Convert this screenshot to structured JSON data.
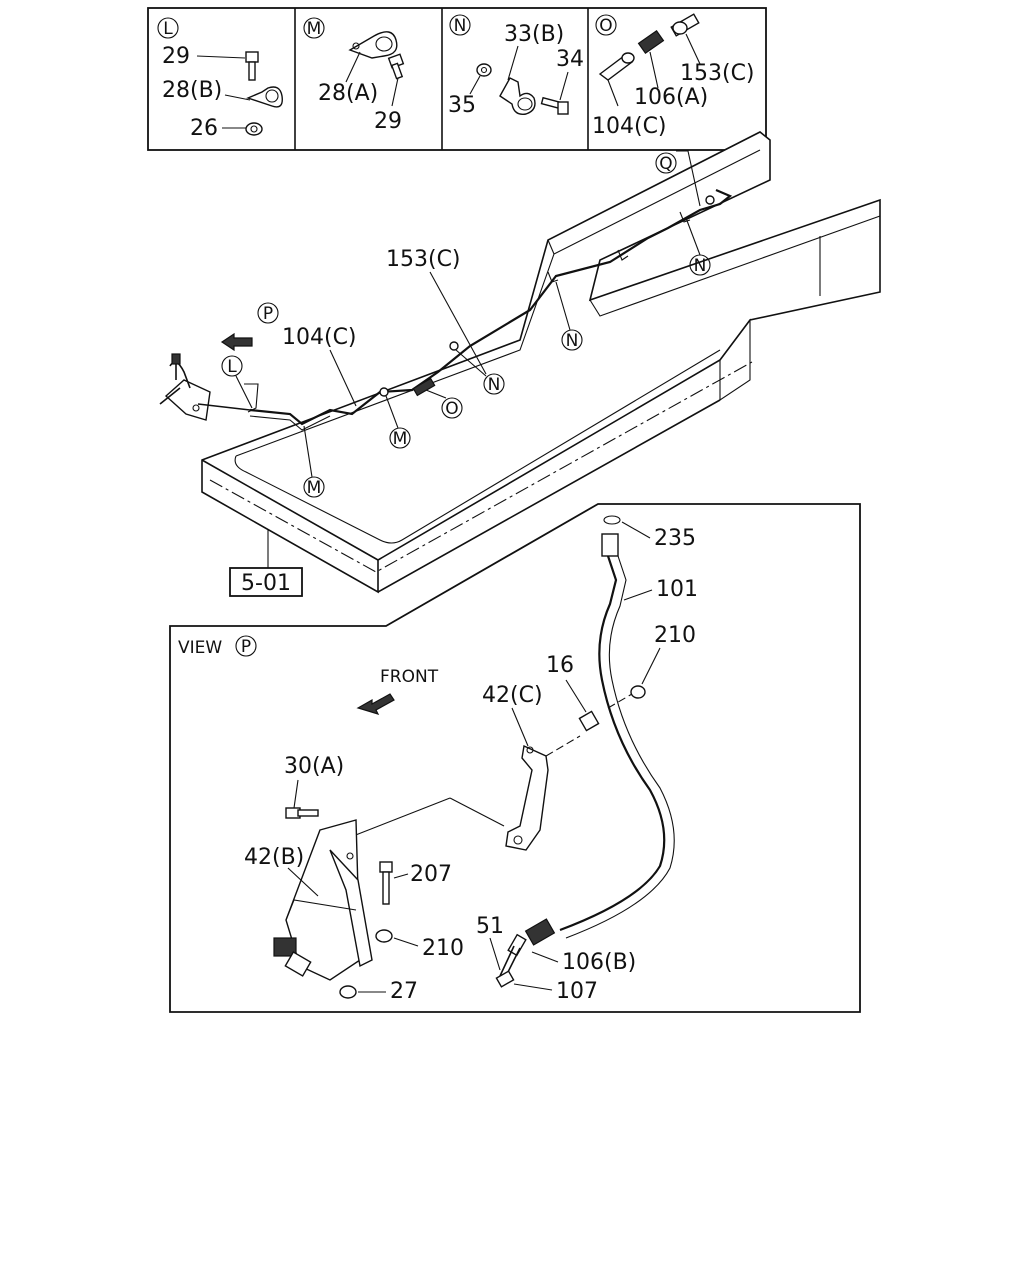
{
  "detail_panels": [
    {
      "id": "L",
      "labels": [
        "29",
        "28(B)",
        "26"
      ]
    },
    {
      "id": "M",
      "labels": [
        "28(A)",
        "29"
      ]
    },
    {
      "id": "N",
      "labels": [
        "33(B)",
        "34",
        "35"
      ]
    },
    {
      "id": "O",
      "labels": [
        "106(A)",
        "153(C)",
        "104(C)"
      ]
    }
  ],
  "main_view": {
    "callouts": [
      "Q",
      "N",
      "N",
      "N",
      "O",
      "M",
      "M",
      "L",
      "P"
    ],
    "part_labels": [
      "153(C)",
      "104(C)"
    ],
    "reference_box": "5-01"
  },
  "view_p": {
    "title_text": "VIEW",
    "title_callout": "P",
    "front_label": "FRONT",
    "part_labels": [
      "235",
      "101",
      "210",
      "16",
      "42(C)",
      "30(A)",
      "42(B)",
      "207",
      "210",
      "27",
      "51",
      "106(B)",
      "107"
    ]
  }
}
